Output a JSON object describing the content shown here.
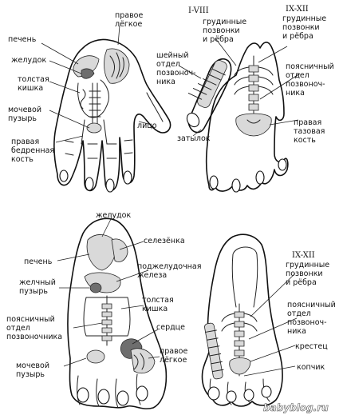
{
  "labels": {
    "palm": {
      "right_lung": [
        "правое",
        "лёгкое"
      ],
      "liver": [
        "печень"
      ],
      "stomach": [
        "желудок"
      ],
      "colon": [
        "толстая",
        "кишка"
      ],
      "bladder": [
        "мочевой",
        "пузырь"
      ],
      "femur": [
        "правая",
        "бедренная",
        "кость"
      ],
      "face": [
        "лицо"
      ]
    },
    "back_hand": {
      "thoracic_I_VIII_roman": [
        "I-VIII"
      ],
      "thoracic_I_VIII": [
        "грудинные",
        "позвонки",
        "и рёбра"
      ],
      "thoracic_IX_XII_roman": [
        "IX-XII"
      ],
      "thoracic_IX_XII": [
        "грудинные",
        "позвонки",
        "и рёбра"
      ],
      "cervical": [
        "шейный",
        "отдел",
        "позвоноч-",
        "ника"
      ],
      "lumbar": [
        "поясничный",
        "отдел",
        "позвоноч-",
        "ника"
      ],
      "pelvis": [
        "правая",
        "тазовая",
        "кость"
      ],
      "occiput": [
        "затылок"
      ]
    },
    "sole": {
      "stomach": [
        "желудок"
      ],
      "spleen": [
        "селезёнка"
      ],
      "liver": [
        "печень"
      ],
      "pancreas": [
        "поджелудочная",
        "железа"
      ],
      "gallbladder": [
        "желчный",
        "пузырь"
      ],
      "colon": [
        "толстая",
        "кишка"
      ],
      "lumbar": [
        "поясничный",
        "отдел",
        "позвоночника"
      ],
      "heart": [
        "сердце"
      ],
      "right_lung": [
        "правое",
        "лёгкое"
      ],
      "bladder": [
        "мочевой",
        "пузырь"
      ]
    },
    "top_foot": {
      "thoracic_roman": [
        "IX-XII"
      ],
      "thoracic": [
        "грудинные",
        "позвонки",
        "и рёбра"
      ],
      "lumbar": [
        "поясничный",
        "отдел",
        "позвоноч-",
        "ника"
      ],
      "sacrum": [
        "крестец"
      ],
      "coccyx": [
        "копчик"
      ]
    }
  },
  "watermark": "babyblog.ru",
  "colors": {
    "ink": "#111111",
    "shade": "#d9d9d9",
    "dark": "#6e6e6e",
    "paper": "#ffffff"
  }
}
